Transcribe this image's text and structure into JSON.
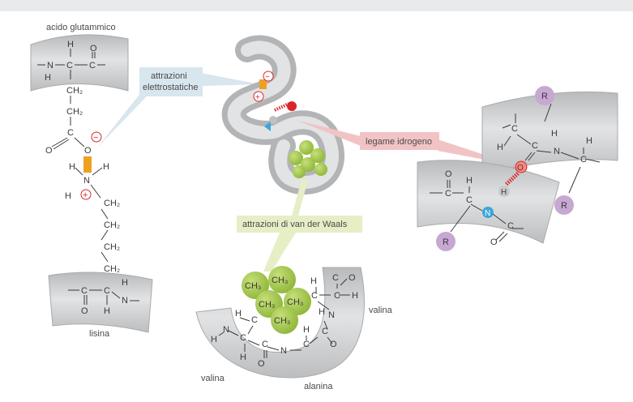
{
  "labels": {
    "glutamic": "acido glutammico",
    "lysine": "lisina",
    "electrostatic_line1": "attrazioni",
    "electrostatic_line2": "elettrostatiche",
    "hydrogen_bond": "legame idrogeno",
    "vdw": "attrazioni di van der Waals",
    "valine_right": "valina",
    "valine_left": "valina",
    "alanine": "alanina"
  },
  "atoms": {
    "H": "H",
    "N": "N",
    "C": "C",
    "O": "O",
    "R": "R",
    "CH2": "CH₂",
    "CH3": "CH₃",
    "minus": "−",
    "plus": "+"
  },
  "colors": {
    "ribbon": "#d2d3d4",
    "ribbon_edge": "#a9aaac",
    "electrostatic_callout": "#d8e6ee",
    "hbond_callout": "#f2c3c5",
    "vdw_callout": "#e6eec6",
    "vdw_sphere": "#9ec444",
    "side_chain_R": "#c7a8d2",
    "positive_bond": "#f0a020",
    "oxygen_red": "#d9262b",
    "nitrogen_blue": "#3aa6dc"
  }
}
